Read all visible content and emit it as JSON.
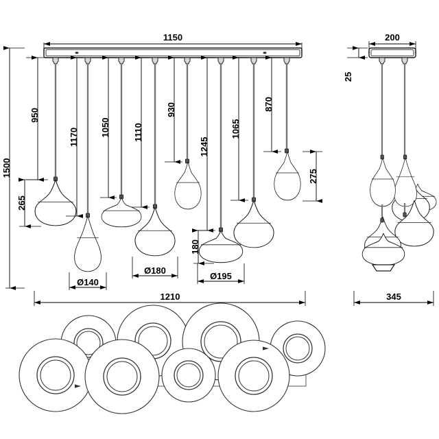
{
  "drawing": {
    "title": "Multi-pendant linear suspension lamp - technical drawing",
    "units": "mm",
    "line_color": "#1a1a1a",
    "dim_color": "#000000",
    "fill_color": "#ffffff",
    "plate_fill": "#f2f2f2"
  },
  "front_view": {
    "name": "front-elevation",
    "overall_width": "1150",
    "overall_height": "1500",
    "overall_bottom_width": "1210",
    "drop_lengths": [
      "950",
      "1170",
      "1050",
      "1110",
      "930",
      "1245",
      "1065",
      "870"
    ],
    "shade_heights": [
      "265",
      "180",
      "275"
    ],
    "shade_diameters": [
      "Ø140",
      "Ø180",
      "Ø195"
    ]
  },
  "side_view": {
    "name": "side-elevation",
    "plate_width": "200",
    "plate_thickness": "25",
    "cluster_depth": "345"
  },
  "plan_view": {
    "name": "plan-view",
    "circle_count": 8
  },
  "dimensions": {
    "d1150": "1150",
    "d1500": "1500",
    "d950": "950",
    "d1170": "1170",
    "d1050": "1050",
    "d1110": "1110",
    "d930": "930",
    "d1245": "1245",
    "d1065": "1065",
    "d870": "870",
    "d265": "265",
    "d180": "180",
    "d275": "275",
    "dia140": "Ø140",
    "dia180": "Ø180",
    "dia195": "Ø195",
    "d1210": "1210",
    "d200": "200",
    "d25": "25",
    "d345": "345"
  }
}
